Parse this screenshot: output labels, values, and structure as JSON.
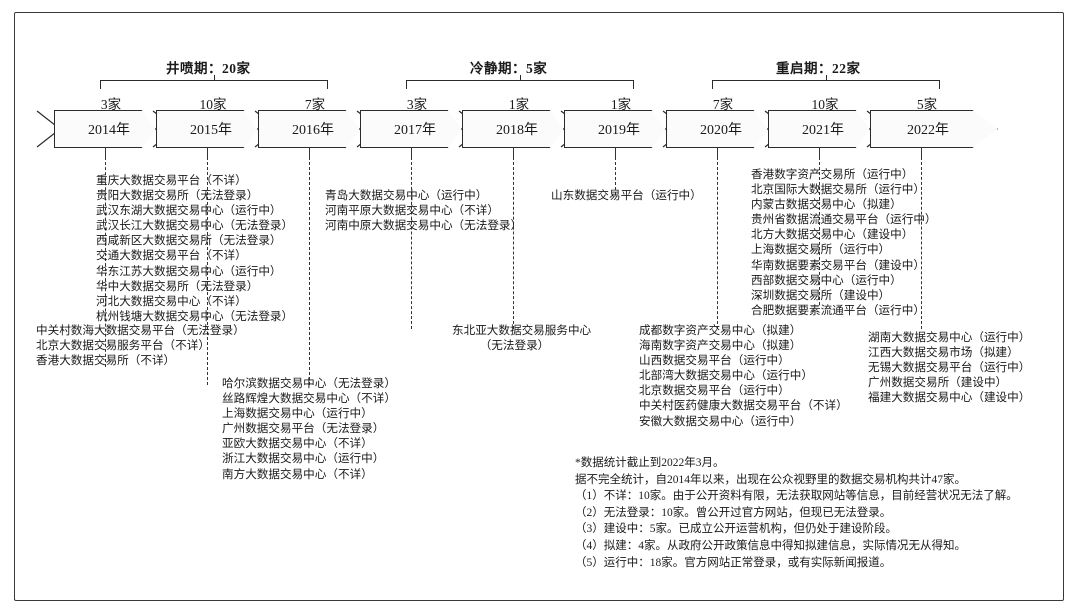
{
  "phases": [
    {
      "label": "井喷期：20家"
    },
    {
      "label": "冷静期：5家"
    },
    {
      "label": "重启期：22家"
    }
  ],
  "years": [
    {
      "year": "2014年",
      "count": "3家"
    },
    {
      "year": "2015年",
      "count": "10家"
    },
    {
      "year": "2016年",
      "count": "7家"
    },
    {
      "year": "2017年",
      "count": "3家"
    },
    {
      "year": "2018年",
      "count": "1家"
    },
    {
      "year": "2019年",
      "count": "1家"
    },
    {
      "year": "2020年",
      "count": "7家"
    },
    {
      "year": "2021年",
      "count": "10家"
    },
    {
      "year": "2022年",
      "count": "5家"
    }
  ],
  "blocks": {
    "y2014": [
      "中关村数海大数据交易平台（无法登录）",
      "北京大数据交易服务平台（不详）",
      "香港大数据交易所（不详）"
    ],
    "y2015": [
      "重庆大数据交易平台（不详）",
      "贵阳大数据交易所（无法登录）",
      "武汉东湖大数据交易中心（运行中）",
      "武汉长江大数据交易中心（无法登录）",
      "西咸新区大数据交易所（无法登录）",
      "交通大数据交易平台（不详）",
      "华东江苏大数据交易中心（运行中）",
      "华中大数据交易所（无法登录）",
      "河北大数据交易中心（不详）",
      "杭州钱塘大数据交易中心（无法登录）"
    ],
    "y2016": [
      "哈尔滨数据交易中心（无法登录）",
      "丝路辉煌大数据交易中心（不详）",
      "上海数据交易中心（运行中）",
      "广州数据交易平台（无法登录）",
      "亚欧大数据交易中心（不详）",
      "浙江大数据交易中心（运行中）",
      "南方大数据交易中心（不详）"
    ],
    "y2017": [
      "青岛大数据交易中心（运行中）",
      "河南平原大数据交易中心（不详）",
      "河南中原大数据交易中心（无法登录）"
    ],
    "y2018": [
      "东北亚大数据交易服务中心",
      "（无法登录）"
    ],
    "y2019": [
      "山东数据交易平台（运行中）"
    ],
    "y2020": [
      "成都数字资产交易中心（拟建）",
      "海南数字资产交易中心（拟建）",
      "山西数据交易平台（运行中）",
      "北部湾大数据交易中心（运行中）",
      "北京数据交易平台（运行中）",
      "中关村医药健康大数据交易平台（不详）",
      "安徽大数据交易中心（运行中）"
    ],
    "y2021": [
      "香港数字资产交易所（运行中）",
      "北京国际大数据交易所（运行中）",
      "内蒙古数据交易中心（拟建）",
      "贵州省数据流通交易平台（运行中）",
      "北方大数据交易中心（建设中）",
      "上海数据交易所（运行中）",
      "华南数据要素交易平台（建设中）",
      "西部数据交易中心（运行中）",
      "深圳数据交易所（建设中）",
      "合肥数据要素流通平台（运行中）"
    ],
    "y2022": [
      "湖南大数据交易中心（运行中）",
      "江西大数据交易市场（拟建）",
      "无锡大数据交易平台（运行中）",
      "广州数据交易所（建设中）",
      "福建大数据交易中心（建设中）"
    ]
  },
  "notes": [
    "*数据统计截止到2022年3月。",
    "据不完全统计，自2014年以来，出现在公众视野里的数据交易机构共计47家。",
    "（1）不详：10家。由于公开资料有限，无法获取网站等信息，目前经营状况无法了解。",
    "（2）无法登录：10家。曾公开过官方网站，但现已无法登录。",
    "（3）建设中：5家。已成立公开运营机构，但仍处于建设阶段。",
    "（4）拟建：4家。从政府公开政策信息中得知拟建信息，实际情况无从得知。",
    "（5）运行中：18家。官方网站正常登录，或有实际新闻报道。"
  ],
  "colors": {
    "ink": "#1a1a1a",
    "line": "#2b2b2b",
    "chevron_fill": "#fbfbfb"
  }
}
